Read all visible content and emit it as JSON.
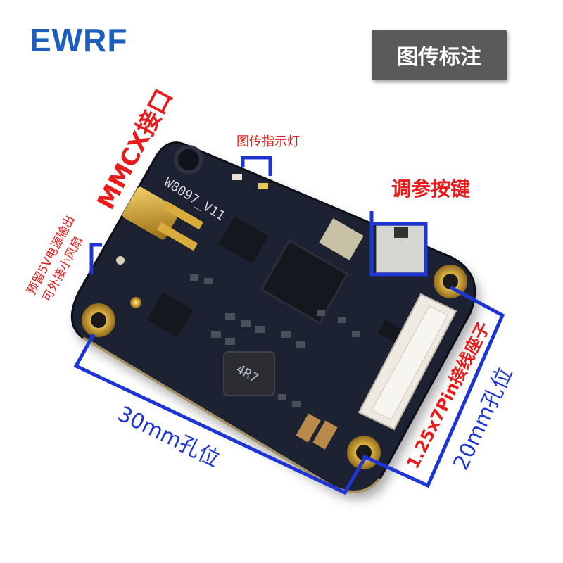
{
  "brand": {
    "logo_text": "EWRF"
  },
  "tag": {
    "label": "图传标注"
  },
  "annotations": {
    "mmcx": "MMCX接口",
    "led": "图传指示灯",
    "button": "调参按键",
    "fan_line1": "预留5V电源输出",
    "fan_line2": "可外接小风扇",
    "connector": "1.25x7Pin接线座子",
    "hole_30": "30mm孔位",
    "hole_20": "20mm孔位"
  },
  "board": {
    "silk_model": "W8097_V11",
    "inductor_label": "4R7"
  },
  "colors": {
    "logo": "#1d5fbf",
    "annotation_red": "#e81a1a",
    "annotation_blue": "#1e35d6",
    "pcb": "#1f2333",
    "gold": "#c9a23a"
  }
}
